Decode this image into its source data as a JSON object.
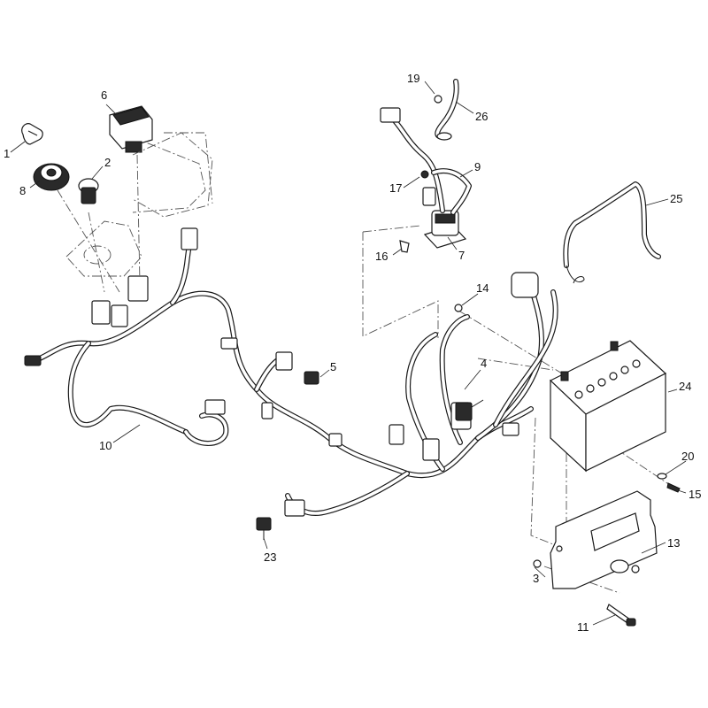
{
  "diagram": {
    "callouts": [
      "1",
      "2",
      "3",
      "4",
      "5",
      "6",
      "7",
      "8",
      "9",
      "10",
      "11",
      "13",
      "14",
      "15",
      "16",
      "17",
      "19",
      "20",
      "23",
      "24",
      "25",
      "26"
    ]
  }
}
